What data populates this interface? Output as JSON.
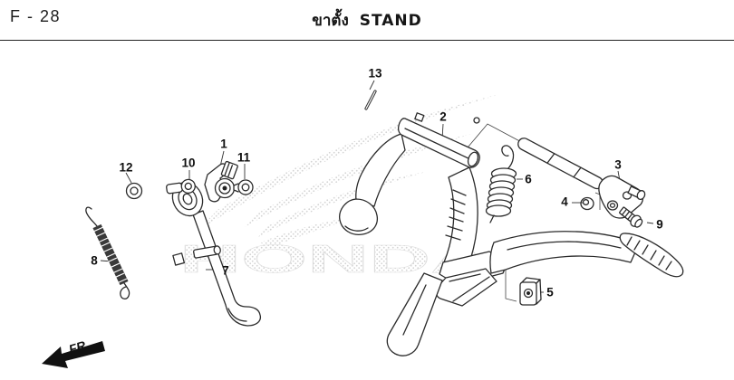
{
  "header": {
    "page_code": "F - 28",
    "title_thai": "ขาตั้ง",
    "title_en": "STAND"
  },
  "watermark": {
    "brand": "HONDA"
  },
  "orientation": {
    "front_label": "FR."
  },
  "diagram": {
    "part_labels": [
      {
        "number": "1"
      },
      {
        "number": "2"
      },
      {
        "number": "3"
      },
      {
        "number": "4"
      },
      {
        "number": "5"
      },
      {
        "number": "6"
      },
      {
        "number": "7"
      },
      {
        "number": "8"
      },
      {
        "number": "9"
      },
      {
        "number": "10"
      },
      {
        "number": "11"
      },
      {
        "number": "12"
      },
      {
        "number": "13"
      }
    ]
  },
  "colors": {
    "background": "#ffffff",
    "line": "#2b2b2b",
    "label_text": "#101010",
    "watermark_dot": "#d4d4d4"
  }
}
